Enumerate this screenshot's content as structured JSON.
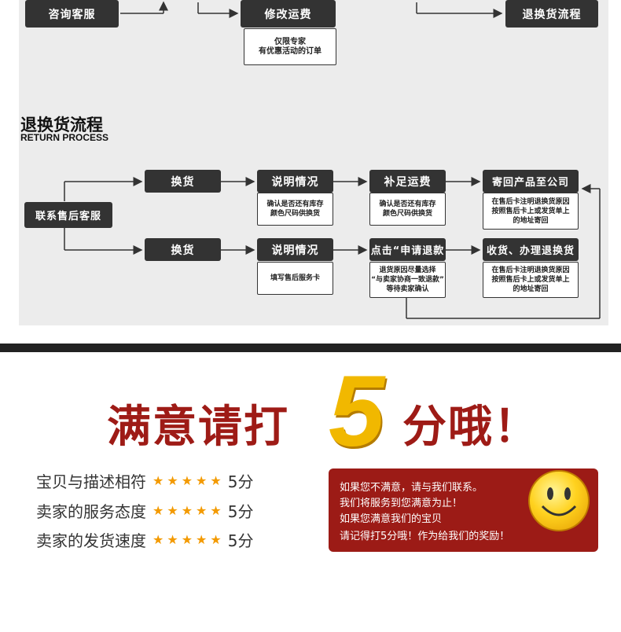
{
  "top_row": {
    "consult": "咨询客服",
    "modify_shipping": "修改运费",
    "return_flow": "退换货流程",
    "note": "仅限专家\n有优惠活动的订单"
  },
  "section": {
    "title": "退换货流程",
    "subtitle": "RETURN PROCESS"
  },
  "flow": {
    "contact": "联系售后客服",
    "row1": {
      "b1": "换货",
      "b2": "说明情况",
      "b2_note": "确认是否还有库存\n颜色尺码供换货",
      "b3": "补足运费",
      "b3_note": "确认是否还有库存\n颜色尺码供换货",
      "b4": "寄回产品至公司",
      "b4_note": "在售后卡注明退换货原因\n按照售后卡上或发货单上\n的地址寄回"
    },
    "row2": {
      "b1": "换货",
      "b2": "说明情况",
      "b2_note": "填写售后服务卡",
      "b3": "点击“申请退款",
      "b3_note": "退货原因尽量选择\n“与卖家协商一致退款”\n等待卖家确认",
      "b4": "收货、办理退换货",
      "b4_note": "在售后卡注明退换货原因\n按照售后卡上或发货单上\n的地址寄回"
    }
  },
  "banner": {
    "left_text": "满意请打",
    "number": "5",
    "right_text": "分哦！"
  },
  "ratings": [
    {
      "label": "宝贝与描述相符",
      "stars": "★★★★★",
      "score": "5分"
    },
    {
      "label": "卖家的服务态度",
      "stars": "★★★★★",
      "score": "5分"
    },
    {
      "label": "卖家的发货速度",
      "stars": "★★★★★",
      "score": "5分"
    }
  ],
  "message": {
    "line1": "如果您不满意，请与我们联系。",
    "line2": "我们将服务到您满意为止！",
    "line3": "如果您满意我们的宝贝",
    "line4": "请记得打5分哦！作为给我们的奖励！"
  },
  "colors": {
    "brand_red": "#9c1b16",
    "dark_box": "#333333",
    "star": "#f39a00"
  }
}
